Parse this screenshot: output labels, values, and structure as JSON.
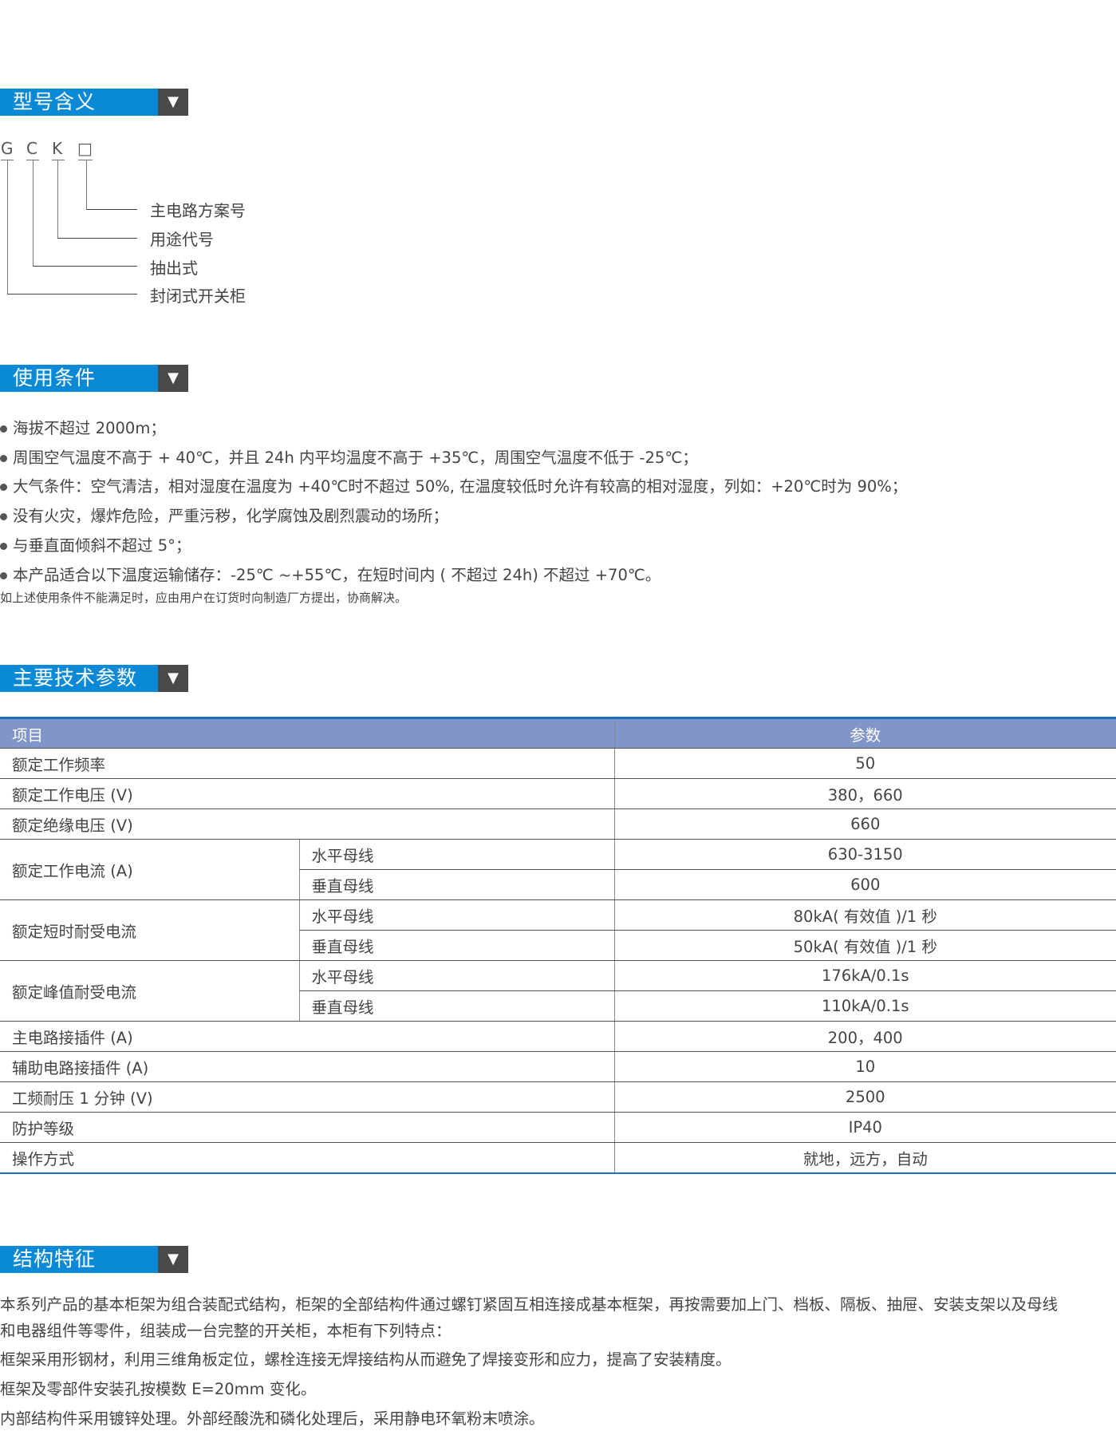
{
  "sections": {
    "model": "型号含义",
    "conditions": "使用条件",
    "params": "主要技术参数",
    "structure": "结构特征"
  },
  "arrow_icon": "▼",
  "model_code": {
    "letters": [
      "G",
      "C",
      "K",
      "□"
    ],
    "labels": [
      "主电路方案号",
      "用途代号",
      "抽出式",
      "封闭式开关柜"
    ]
  },
  "conditions": {
    "items": [
      "海拔不超过 2000m；",
      "周围空气温度不高于 + 40℃，并且 24h 内平均温度不高于 +35℃，周围空气温度不低于 -25℃；",
      "大气条件：空气清洁，相对湿度在温度为 +40℃时不超过 50%, 在温度较低时允许有较高的相对湿度，列如：+20℃时为 90%；",
      "没有火灾，爆炸危险，严重污秽，化学腐蚀及剧烈震动的场所；",
      "与垂直面倾斜不超过 5°；",
      "本产品适合以下温度运输储存：-25℃ ~+55℃，在短时间内 ( 不超过 24h) 不超过 +70℃。"
    ],
    "note": "如上述使用条件不能满足时，应由用户在订货时向制造厂方提出，协商解决。"
  },
  "table": {
    "headers": [
      "项目",
      "参数"
    ],
    "sub": {
      "h": "水平母线",
      "v": "垂直母线"
    },
    "rows": {
      "freq": [
        "额定工作频率",
        "50"
      ],
      "volt": [
        "额定工作电压 (V)",
        "380，660"
      ],
      "insul": [
        "额定绝缘电压 (V)",
        "660"
      ],
      "current": [
        "额定工作电流 (A)",
        "630-3150",
        "600"
      ],
      "short": [
        "额定短时耐受电流",
        "80kA( 有效值 )/1 秒",
        "50kA( 有效值 )/1 秒"
      ],
      "peak": [
        "额定峰值耐受电流",
        "176kA/0.1s",
        "110kA/0.1s"
      ],
      "main": [
        "主电路接插件 (A)",
        "200，400"
      ],
      "aux": [
        "辅助电路接插件 (A)",
        "10"
      ],
      "power": [
        "工频耐压 1 分钟 (V)",
        "2500"
      ],
      "ip": [
        "防护等级",
        "IP40"
      ],
      "op": [
        "操作方式",
        "就地，远方，自动"
      ]
    }
  },
  "structure": {
    "paragraphs": [
      "本系列产品的基本柜架为组合装配式结构，柜架的全部结构件通过螺钉紧固互相连接成基本框架，再按需要加上门、档板、隔板、抽屉、安装支架以及母线",
      "和电器组件等零件，组装成一台完整的开关柜，本柜有下列特点：",
      "框架采用形钢材，利用三维角板定位，螺栓连接无焊接结构从而避免了焊接变形和应力，提高了安装精度。",
      "框架及零部件安装孔按模数 E=20mm 变化。",
      "内部结构件采用镀锌处理。外部经酸洗和磷化处理后，采用静电环氧粉末喷涂。"
    ]
  }
}
